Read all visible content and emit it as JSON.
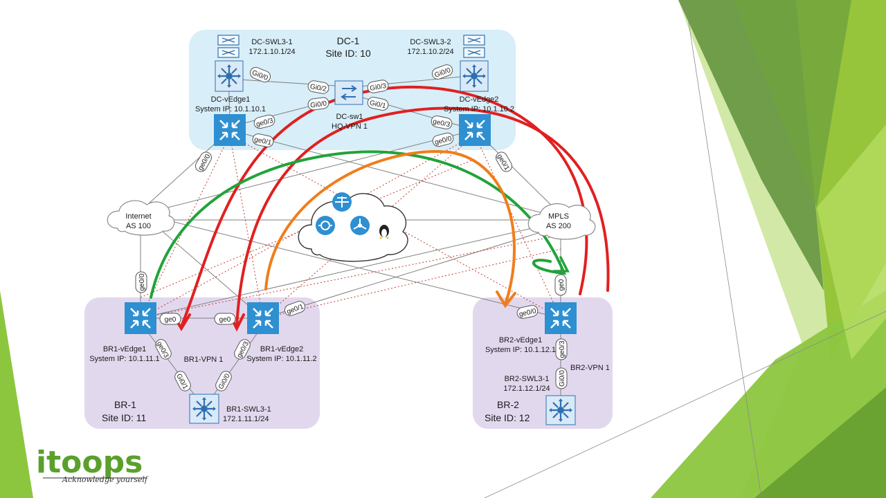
{
  "colors": {
    "dc_site_fill": "#d8eef8",
    "branch_site_fill": "#e2d8ee",
    "router_blue": "#2e8fd1",
    "switch_fill": "#d9e9f7",
    "link_gray": "#7f7f7f",
    "overlay_red": "#c0392b",
    "arrow_red": "#e02020",
    "arrow_green": "#21a33a",
    "arrow_orange": "#f07d1a",
    "accent_green_dark": "#5f8f3a",
    "accent_green_light": "#9ccc3c",
    "logo_green": "#5aa02c"
  },
  "sites": {
    "dc1": {
      "name": "DC-1",
      "site_id": "Site ID: 10"
    },
    "br1": {
      "name": "BR-1",
      "site_id": "Site ID: 11"
    },
    "br2": {
      "name": "BR-2",
      "site_id": "Site ID: 12"
    }
  },
  "devices": {
    "dc_swl3_1": {
      "name": "DC-SWL3-1",
      "ip": "172.1.10.1/24"
    },
    "dc_swl3_2": {
      "name": "DC-SWL3-2",
      "ip": "172.1.10.2/24"
    },
    "dc_vedge1": {
      "name": "DC-vEdge1",
      "system_ip": "System IP: 10.1.10.1"
    },
    "dc_vedge2": {
      "name": "DC-vEdge2",
      "system_ip": "System IP: 10.1.10.2"
    },
    "dc_sw1": {
      "name": "DC-sw1",
      "vpn": "HQ-VPN 1"
    },
    "br1_vedge1": {
      "name": "BR1-vEdge1",
      "system_ip": "System IP: 10.1.11.1"
    },
    "br1_vedge2": {
      "name": "BR1-vEdge2",
      "system_ip": "System IP: 10.1.11.2"
    },
    "br1_vpn": "BR1-VPN 1",
    "br1_swl3_1": {
      "name": "BR1-SWL3-1",
      "ip": "172.1.11.1/24"
    },
    "br2_vedge1": {
      "name": "BR2-vEdge1",
      "system_ip": "System IP: 10.1.12.1"
    },
    "br2_vpn": "BR2-VPN 1",
    "br2_swl3_1": {
      "name": "BR2-SWL3-1",
      "ip": "172.1.12.1/24"
    }
  },
  "clouds": {
    "internet": {
      "name": "Internet",
      "as": "AS 100"
    },
    "mpls": {
      "name": "MPLS",
      "as": "AS 200"
    },
    "controllers_icon": "sdwan-controllers-icon"
  },
  "interfaces": {
    "dc_v1_gi00": "Gi0/0",
    "dc_v1_ge03": "ge0/3",
    "dc_v1_ge01": "ge0/1",
    "dc_v1_ge00": "ge0/0",
    "dc_sw1_gi02": "Gi0/2",
    "dc_sw1_gi00": "Gi0/0",
    "dc_sw1_gi03": "Gi0/3",
    "dc_sw1_gi01": "Gi0/1",
    "dc_v2_gi00": "Gi0/0",
    "dc_v2_ge03": "ge0/3",
    "dc_v2_ge00": "ge0/0",
    "dc_v2_ge01": "ge0/1",
    "br1_v1_ge00": "ge0/0",
    "br1_v1_ge0x": "ge0",
    "br1_v1_ge03": "ge0/3",
    "br1_sw_gi01": "Gi0/1",
    "br1_v2_ge0x": "ge0",
    "br1_v2_ge01": "ge0/1",
    "br1_v2_ge03": "ge0/3",
    "br1_sw_gi00": "Gi0/0",
    "br2_v1_ge00": "ge0/0",
    "br2_v1_ge0x": "ge0",
    "br2_v1_ge03": "ge0/3",
    "br2_sw_gi00": "Gi0/0"
  },
  "logo": {
    "brand": "itoops",
    "tagline": "Acknowledge yourself"
  }
}
